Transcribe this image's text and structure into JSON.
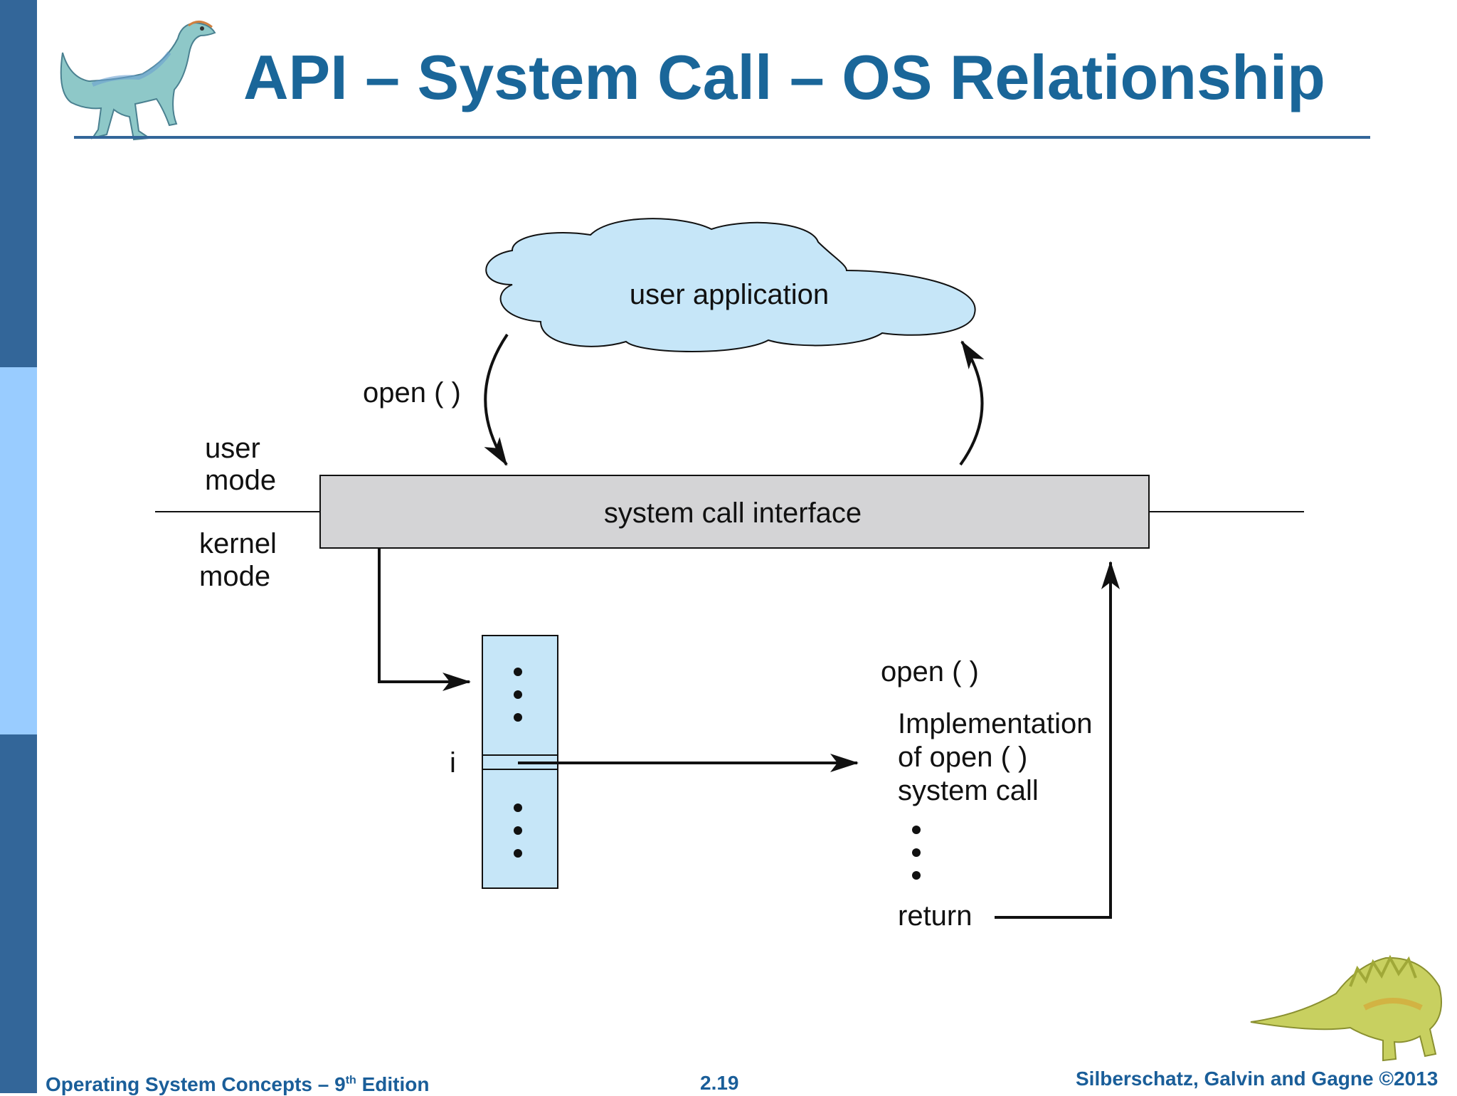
{
  "slide": {
    "title": "API – System Call – OS Relationship",
    "page_number": "2.19"
  },
  "footer": {
    "book_title": "Operating System Concepts – 9",
    "edition_sup": "th",
    "edition_word": " Edition",
    "authors": "Silberschatz, Galvin and Gagne ©2013"
  },
  "diagram": {
    "cloud_label": "user application",
    "call_label": "open ( )",
    "user_mode_line1": "user",
    "user_mode_line2": "mode",
    "kernel_mode_line1": "kernel",
    "kernel_mode_line2": "mode",
    "interface_label": "system call interface",
    "table_index": "i",
    "impl_title": "open ( )",
    "impl_line1": "Implementation",
    "impl_line2": "of open ( )",
    "impl_line3": "system call",
    "return_label": "return"
  },
  "colors": {
    "title": "#1a6699",
    "band_dark": "#336699",
    "band_light": "#99ccff",
    "cloud_fill": "#c6e6f8",
    "table_fill": "#c6e6f8",
    "interface_fill": "#d4d4d6"
  }
}
